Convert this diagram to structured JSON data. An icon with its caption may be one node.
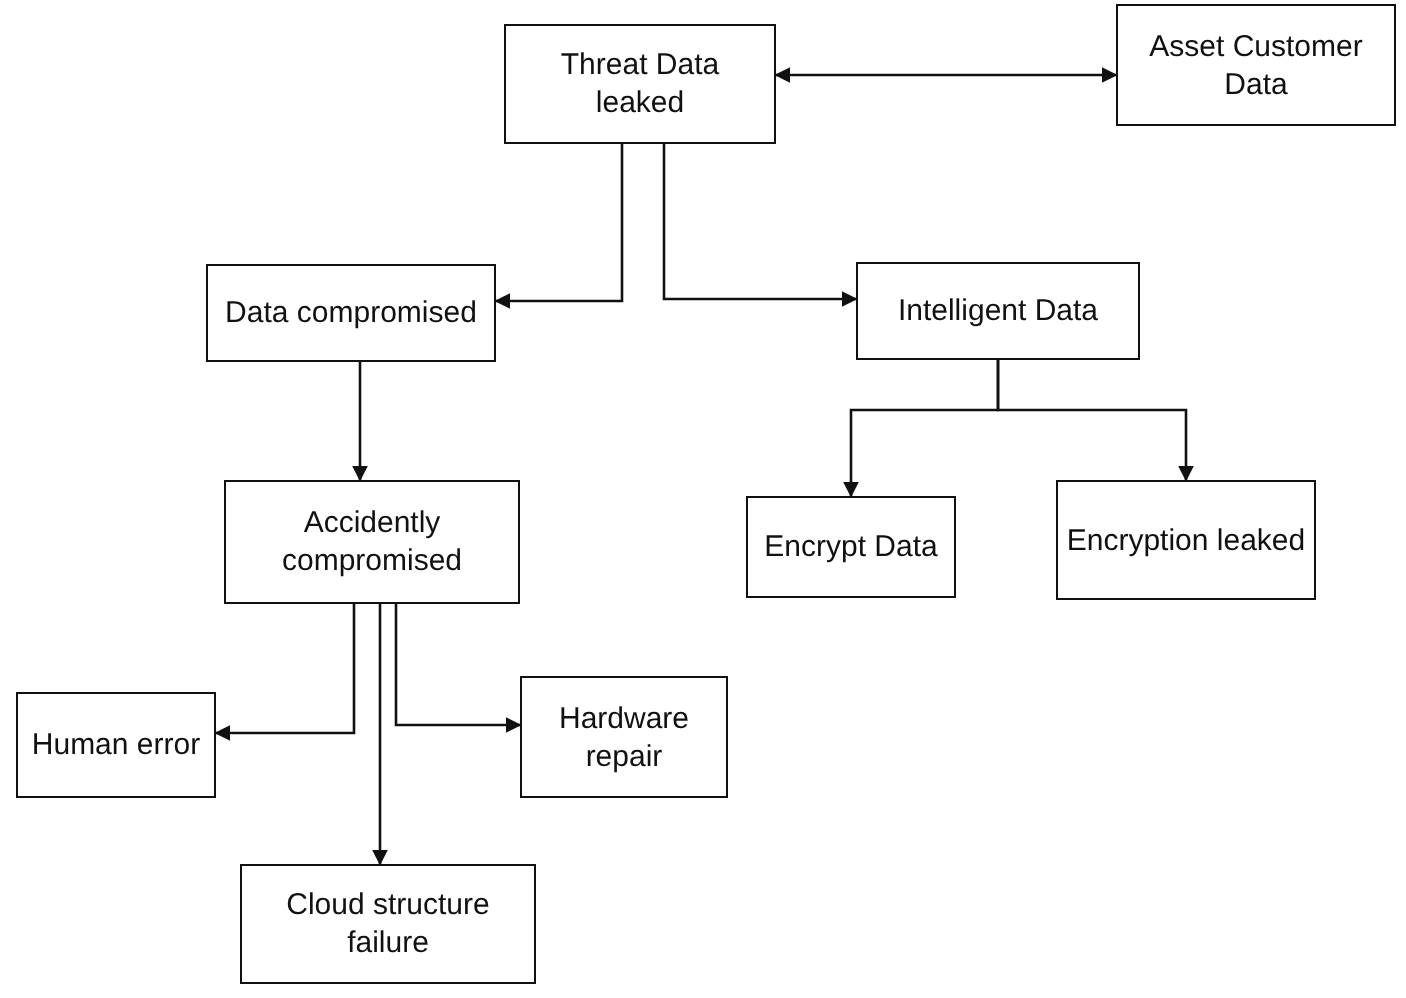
{
  "diagram": {
    "nodes": [
      {
        "text": [
          "Threat Data leaked"
        ]
      },
      {
        "text": [
          "Asset Customer Data"
        ]
      },
      {
        "text": [
          "Data compromised"
        ]
      },
      {
        "text": [
          "Intelligent Data"
        ]
      },
      {
        "text": [
          "Accidently compromised"
        ]
      },
      {
        "text": [
          "Encrypt Data"
        ]
      },
      {
        "text": [
          "Encryption leaked"
        ]
      },
      {
        "text": [
          "Human error"
        ]
      },
      {
        "text": [
          "Hardware repair"
        ]
      },
      {
        "text": [
          "Cloud structure failure"
        ]
      }
    ],
    "edges": [
      {
        "from": 0,
        "to": 1,
        "arrow": "both"
      },
      {
        "from": 0,
        "to": 2,
        "arrow": "to"
      },
      {
        "from": 0,
        "to": 3,
        "arrow": "to"
      },
      {
        "from": 2,
        "to": 4,
        "arrow": "to"
      },
      {
        "from": 3,
        "to": 5,
        "arrow": "to"
      },
      {
        "from": 3,
        "to": 6,
        "arrow": "to"
      },
      {
        "from": 4,
        "to": 7,
        "arrow": "to"
      },
      {
        "from": 4,
        "to": 9,
        "arrow": "to"
      },
      {
        "from": 4,
        "to": 8,
        "arrow": "to"
      }
    ]
  }
}
